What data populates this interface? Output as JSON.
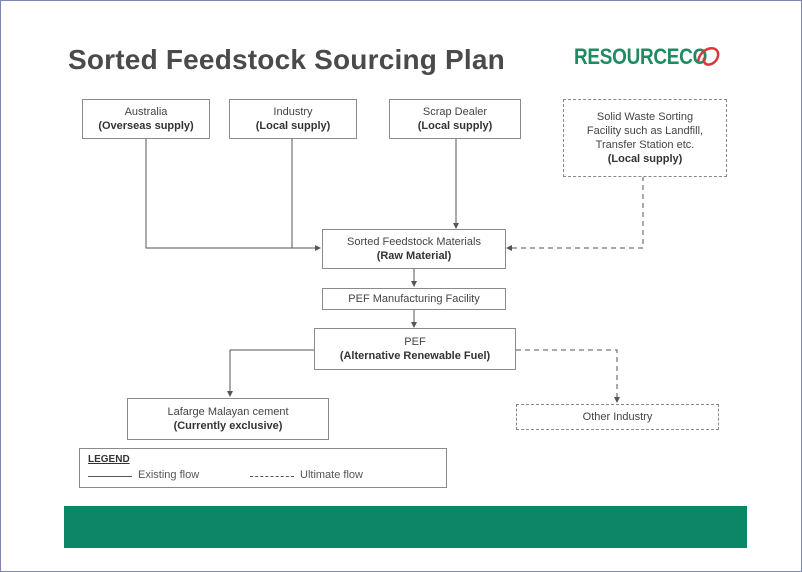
{
  "slide": {
    "title": "Sorted Feedstock Sourcing Plan",
    "logo_text": "RESOURCECO",
    "band_color": "#0c8766",
    "logo_color": "#1f8b63"
  },
  "nodes": {
    "australia": {
      "line1": "Australia",
      "line2": "(Overseas supply)"
    },
    "industry": {
      "line1": "Industry",
      "line2": "(Local supply)"
    },
    "scrap": {
      "line1": "Scrap Dealer",
      "line2": "(Local supply)"
    },
    "solid_waste": {
      "line1": "Solid Waste Sorting",
      "line2": "Facility such as Landfill,",
      "line3": "Transfer Station etc.",
      "line4": "(Local supply)"
    },
    "sorted": {
      "line1": "Sorted Feedstock Materials",
      "line2": "(Raw Material)"
    },
    "pef_facility": {
      "line1": "PEF Manufacturing Facility"
    },
    "pef": {
      "line1": "PEF",
      "line2": "(Alternative Renewable Fuel)"
    },
    "lafarge": {
      "line1": "Lafarge Malayan cement",
      "line2": "(Currently exclusive)"
    },
    "other": {
      "line1": "Other Industry"
    }
  },
  "legend": {
    "title": "LEGEND",
    "solid_label": "Existing flow",
    "dashed_label": "Ultimate flow"
  }
}
